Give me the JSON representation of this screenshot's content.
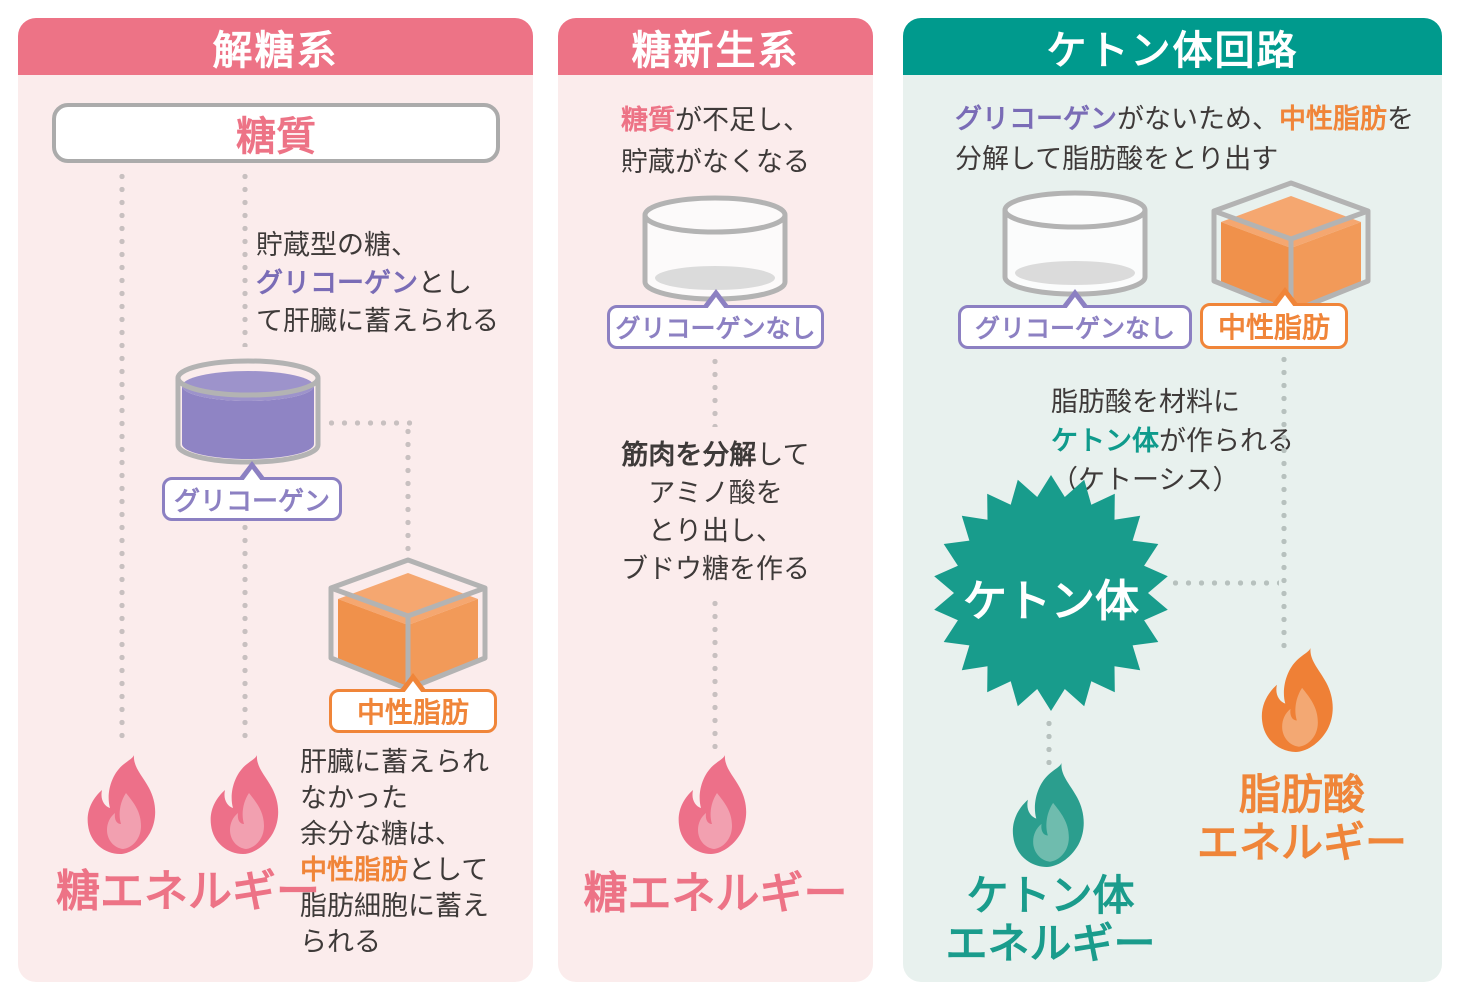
{
  "colors": {
    "pink": "#ED7386",
    "teal_header": "#009A8D",
    "teal_accent": "#189C8C",
    "purple": "#7A6CB6",
    "orange": "#F08539",
    "panel_pink_bg": "#FBECEC",
    "panel_teal_bg": "#E8F1EE"
  },
  "panel1": {
    "title": "解糖系",
    "carb": "糖質",
    "note1": {
      "l1": "貯蔵型の糖、",
      "l2a": "グリコーゲン",
      "l2b": "とし",
      "l3": "て肝臓に蓄えられる"
    },
    "glycogen_tag": "グリコーゲン",
    "fat_tag": "中性脂肪",
    "note2": {
      "l1": "肝臓に蓄えられ",
      "l2": "なかった",
      "l3": "余分な糖は、",
      "l4a": "中性脂肪",
      "l4b": "として",
      "l5": "脂肪細胞に蓄え",
      "l6": "られる"
    },
    "energy": "糖エネルギー"
  },
  "panel2": {
    "title": "糖新生系",
    "intro": {
      "l1a": "糖質",
      "l1b": "が不足し、",
      "l2": "貯蔵がなくなる"
    },
    "no_glycogen_tag": "グリコーゲンなし",
    "note": {
      "l1a": "筋肉を分解",
      "l1b": "して",
      "l2": "アミノ酸を",
      "l3": "とり出し、",
      "l4": "ブドウ糖を作る"
    },
    "energy": "糖エネルギー"
  },
  "panel3": {
    "title": "ケトン体回路",
    "intro": {
      "l1a": "グリコーゲン",
      "l1b": "がないため、",
      "l1c": "中性脂肪",
      "l1d": "を",
      "l2": "分解して脂肪酸をとり出す"
    },
    "no_glycogen_tag": "グリコーゲンなし",
    "fat_tag": "中性脂肪",
    "note": {
      "l1": "脂肪酸を材料に",
      "l2a": "ケトン体",
      "l2b": "が作られる",
      "l3": "（ケトーシス）"
    },
    "burst": "ケトン体",
    "ketone_energy": {
      "l1": "ケトン体",
      "l2": "エネルギー"
    },
    "fatty_energy": {
      "l1": "脂肪酸",
      "l2": "エネルギー"
    }
  }
}
